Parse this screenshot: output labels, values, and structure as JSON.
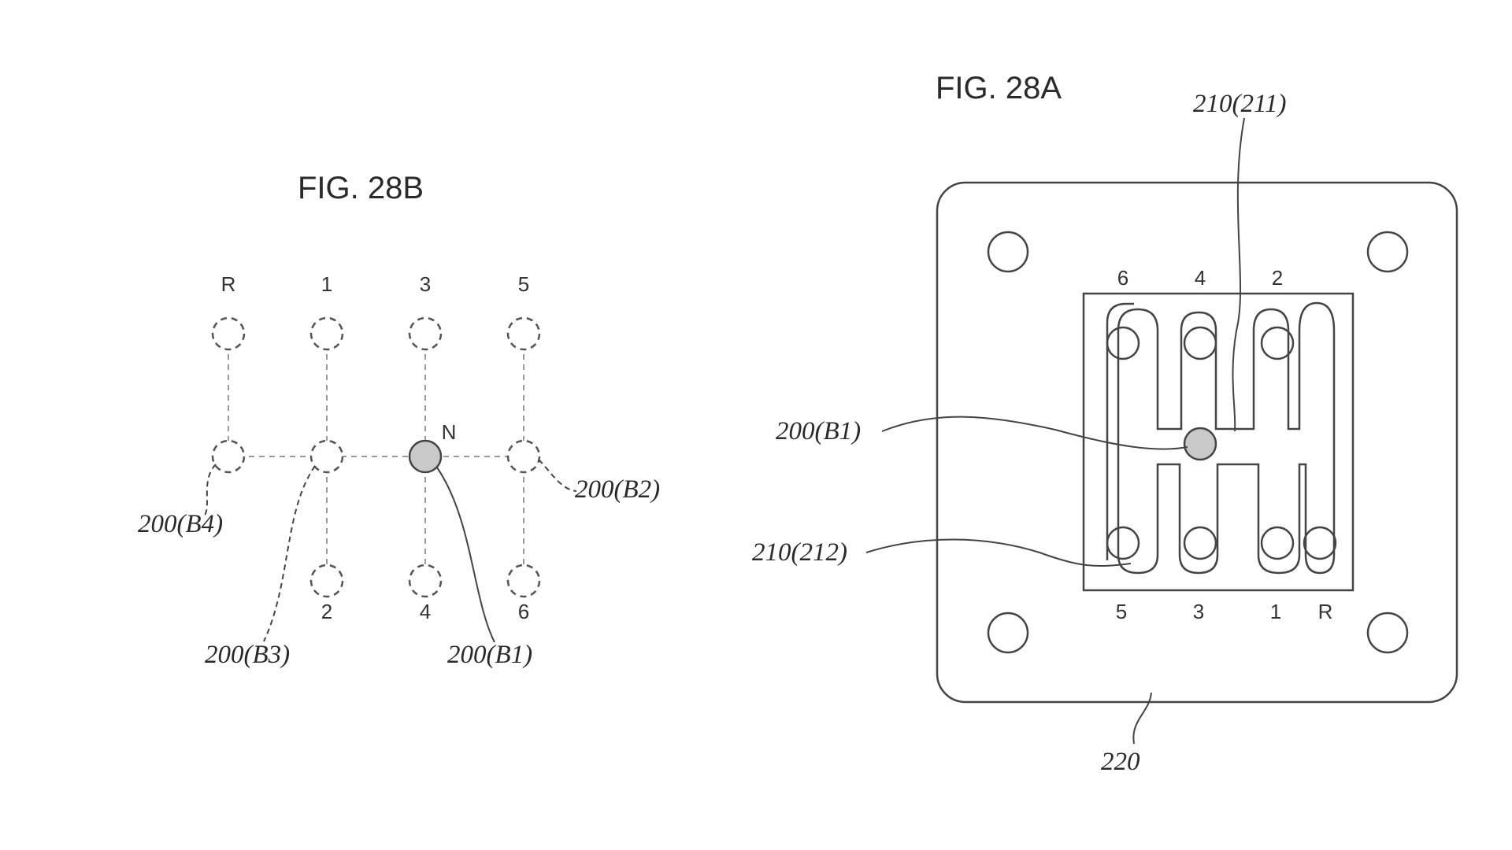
{
  "fig28b": {
    "title": "FIG. 28B",
    "top_labels": [
      "R",
      "1",
      "3",
      "5"
    ],
    "bottom_labels": [
      "2",
      "4",
      "6"
    ],
    "neutral_label": "N",
    "refs": {
      "b1": "200(B1)",
      "b2": "200(B2)",
      "b3": "200(B3)",
      "b4": "200(B4)"
    },
    "colors": {
      "ball_fill": "#c9c9c9"
    }
  },
  "fig28a": {
    "title": "FIG. 28A",
    "top_labels": [
      "6",
      "4",
      "2"
    ],
    "bottom_labels": [
      "5",
      "3",
      "1",
      "R"
    ],
    "refs": {
      "guide_upper": "210(211)",
      "ball": "200(B1)",
      "guide_lower": "210(212)",
      "plate": "220"
    },
    "colors": {
      "ball_fill": "#c9c9c9"
    }
  }
}
